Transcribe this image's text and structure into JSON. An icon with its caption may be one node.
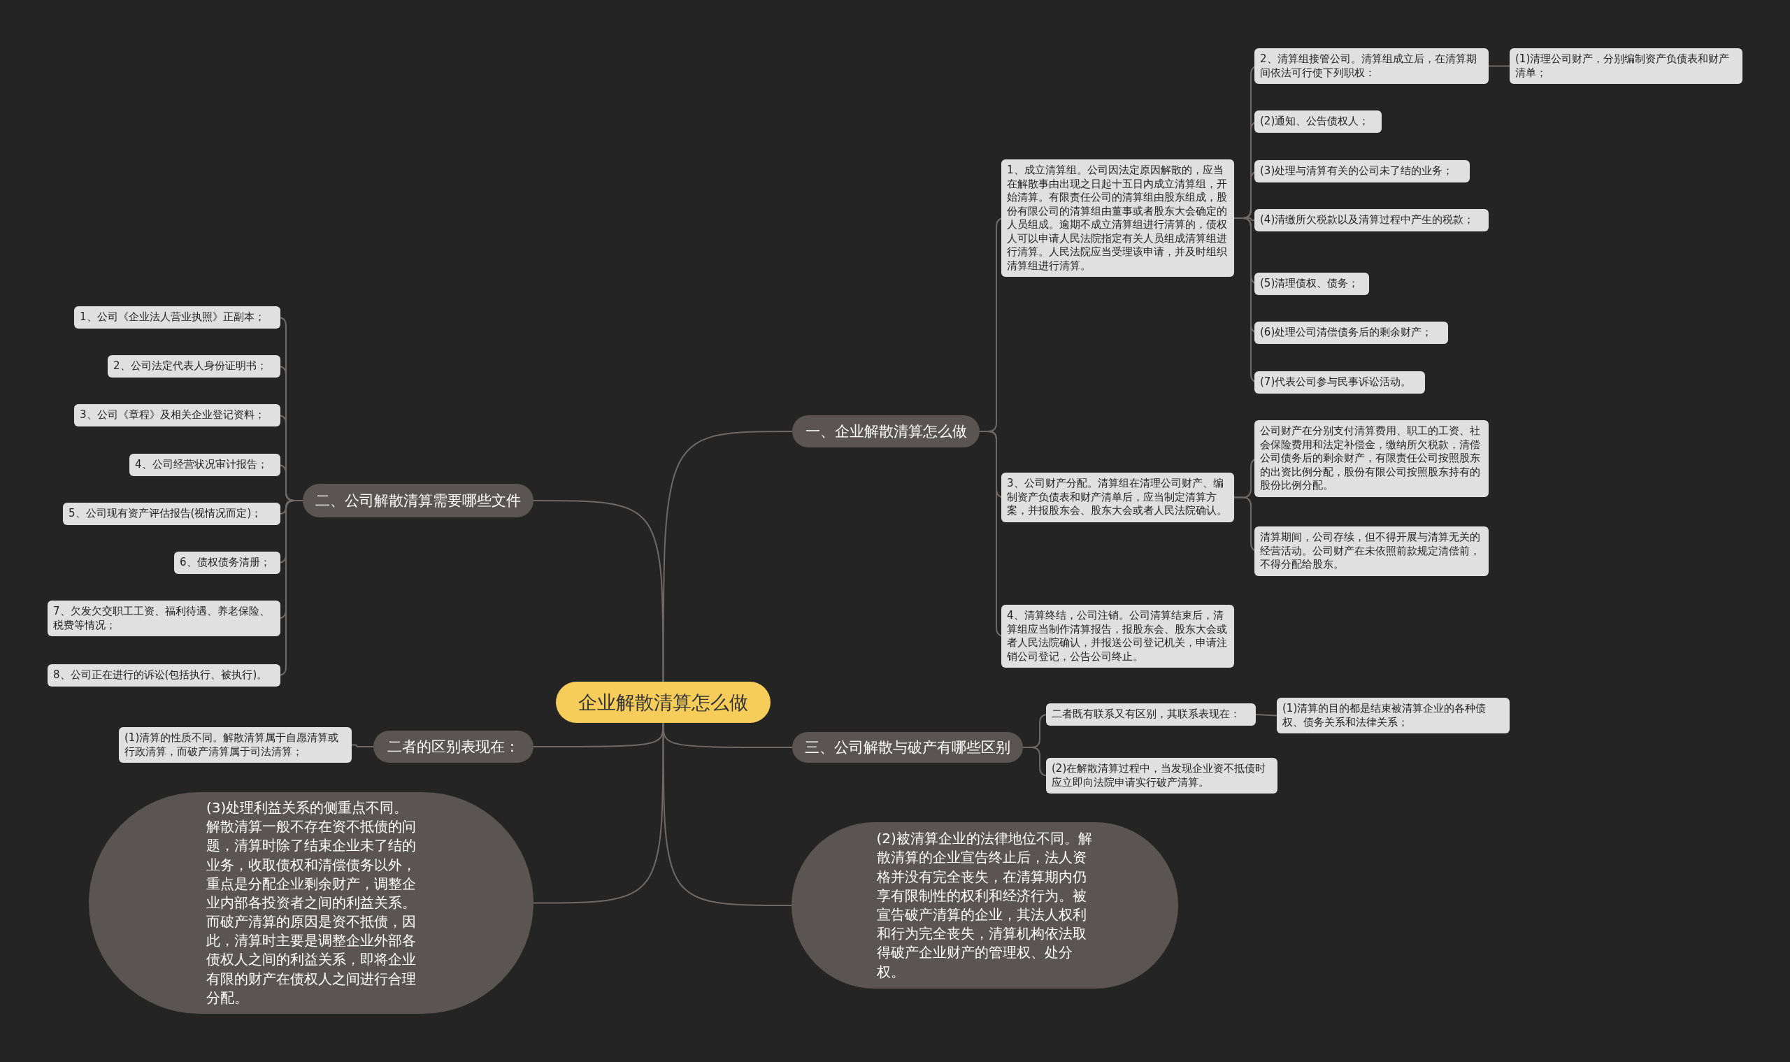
{
  "diagram": {
    "nodes": [
      {
        "text": [
          "企业解散清算怎么做"
        ]
      },
      {
        "text": [
          "一、企业解散清算怎么做"
        ]
      },
      {
        "text": [
          "1、成立清算组。公司因法定原因解散的，应当在解散事由出现之日起十五日内成立清算组，开始清算。有限责任公司的清算组由股东组成，股份有限公司的清算组由董事或者股东大会确定的人员组成。逾期不成立清算组进行清算的，债权人可以申请人民法院指定有关人员组成清算组进行清算。人民法院应当受理该申请，并及时组织清算组进行清算。"
        ]
      },
      {
        "text": [
          "2、清算组接管公司。清算组成立后，在清算期间依法可行使下列职权："
        ]
      },
      {
        "text": [
          "(1)清理公司财产，分别编制资产负债表和财产清单；"
        ]
      },
      {
        "text": [
          "(2)通知、公告债权人；"
        ]
      },
      {
        "text": [
          "(3)处理与清算有关的公司未了结的业务；"
        ]
      },
      {
        "text": [
          "(4)清缴所欠税款以及清算过程中产生的税款；"
        ]
      },
      {
        "text": [
          "(5)清理债权、债务；"
        ]
      },
      {
        "text": [
          "(6)处理公司清偿债务后的剩余财产；"
        ]
      },
      {
        "text": [
          "(7)代表公司参与民事诉讼活动。"
        ]
      },
      {
        "text": [
          "3、公司财产分配。清算组在清理公司财产、编制资产负债表和财产清单后，应当制定清算方案，并报股东会、股东大会或者人民法院确认。"
        ]
      },
      {
        "text": [
          "公司财产在分别支付清算费用、职工的工资、社会保险费用和法定补偿金，缴纳所欠税款，清偿公司债务后的剩余财产，有限责任公司按照股东的出资比例分配，股份有限公司按照股东持有的股份比例分配。"
        ]
      },
      {
        "text": [
          "清算期间，公司存续，但不得开展与清算无关的经营活动。公司财产在未依照前款规定清偿前，不得分配给股东。"
        ]
      },
      {
        "text": [
          "4、清算终结，公司注销。公司清算结束后，清算组应当制作清算报告，报股东会、股东大会或者人民法院确认，并报送公司登记机关，申请注销公司登记，公告公司终止。"
        ]
      },
      {
        "text": [
          "二、公司解散清算需要哪些文件"
        ]
      },
      {
        "text": [
          "1、公司《企业法人营业执照》正副本；"
        ]
      },
      {
        "text": [
          "2、公司法定代表人身份证明书；"
        ]
      },
      {
        "text": [
          "3、公司《章程》及相关企业登记资料；"
        ]
      },
      {
        "text": [
          "4、公司经营状况审计报告；"
        ]
      },
      {
        "text": [
          "5、公司现有资产评估报告(视情况而定)；"
        ]
      },
      {
        "text": [
          "6、债权债务清册；"
        ]
      },
      {
        "text": [
          "7、欠发欠交职工工资、福利待遇、养老保险、税费等情况；"
        ]
      },
      {
        "text": [
          "8、公司正在进行的诉讼(包括执行、被执行)。"
        ]
      },
      {
        "text": [
          "二者的区别表现在："
        ]
      },
      {
        "text": [
          "(1)清算的性质不同。解散清算属于自愿清算或行政清算，而破产清算属于司法清算；"
        ]
      },
      {
        "text": [
          "(3)处理利益关系的侧重点不同。解散清算一般不存在资不抵债的问题，清算时除了结束企业未了结的业务，收取债权和清偿债务以外，重点是分配企业剩余财产，调整企业内部各投资者之间的利益关系。而破产清算的原因是资不抵债，因此，清算时主要是调整企业外部各债权人之间的利益关系，即将企业有限的财产在债权人之间进行合理分配。"
        ]
      },
      {
        "text": [
          "三、公司解散与破产有哪些区别"
        ]
      },
      {
        "text": [
          "二者既有联系又有区别，其联系表现在："
        ]
      },
      {
        "text": [
          "(1)清算的目的都是结束被清算企业的各种债权、债务关系和法律关系；"
        ]
      },
      {
        "text": [
          "(2)在解散清算过程中，当发现企业资不抵债时应立即向法院申请实行破产清算。"
        ]
      },
      {
        "text": [
          "(2)被清算企业的法律地位不同。解散清算的企业宣告终止后，法人资格并没有完全丧失，在清算期内仍享有限制性的权利和经济行为。被宣告破产清算的企业，其法人权利和行为完全丧失，清算机构依法取得破产企业财产的管理权、处分权。"
        ]
      }
    ],
    "edges": [
      {
        "from": 0,
        "to": 1,
        "arrow": "none"
      },
      {
        "from": 0,
        "to": 15,
        "arrow": "none"
      },
      {
        "from": 0,
        "to": 24,
        "arrow": "none"
      },
      {
        "from": 0,
        "to": 27,
        "arrow": "none"
      },
      {
        "from": 0,
        "to": 26,
        "arrow": "none"
      },
      {
        "from": 0,
        "to": 31,
        "arrow": "none"
      },
      {
        "from": 1,
        "to": 2,
        "arrow": "none"
      },
      {
        "from": 1,
        "to": 11,
        "arrow": "none"
      },
      {
        "from": 1,
        "to": 14,
        "arrow": "none"
      },
      {
        "from": 2,
        "to": 3,
        "arrow": "none"
      },
      {
        "from": 2,
        "to": 5,
        "arrow": "none"
      },
      {
        "from": 2,
        "to": 6,
        "arrow": "none"
      },
      {
        "from": 2,
        "to": 7,
        "arrow": "none"
      },
      {
        "from": 2,
        "to": 8,
        "arrow": "none"
      },
      {
        "from": 2,
        "to": 9,
        "arrow": "none"
      },
      {
        "from": 2,
        "to": 10,
        "arrow": "none"
      },
      {
        "from": 3,
        "to": 4,
        "arrow": "none"
      },
      {
        "from": 11,
        "to": 12,
        "arrow": "none"
      },
      {
        "from": 11,
        "to": 13,
        "arrow": "none"
      },
      {
        "from": 15,
        "to": 16,
        "arrow": "none"
      },
      {
        "from": 15,
        "to": 17,
        "arrow": "none"
      },
      {
        "from": 15,
        "to": 18,
        "arrow": "none"
      },
      {
        "from": 15,
        "to": 19,
        "arrow": "none"
      },
      {
        "from": 15,
        "to": 20,
        "arrow": "none"
      },
      {
        "from": 15,
        "to": 21,
        "arrow": "none"
      },
      {
        "from": 15,
        "to": 22,
        "arrow": "none"
      },
      {
        "from": 15,
        "to": 23,
        "arrow": "none"
      },
      {
        "from": 24,
        "to": 25,
        "arrow": "none"
      },
      {
        "from": 27,
        "to": 28,
        "arrow": "none"
      },
      {
        "from": 27,
        "to": 30,
        "arrow": "none"
      },
      {
        "from": 28,
        "to": 29,
        "arrow": "none"
      }
    ]
  }
}
